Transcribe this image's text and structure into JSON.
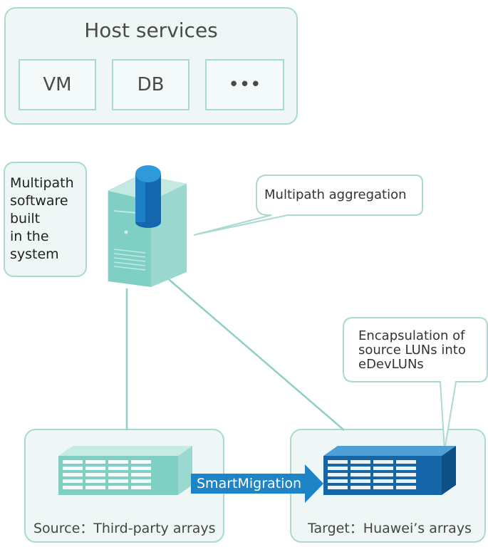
{
  "host_services": {
    "title": "Host services",
    "items": [
      "VM",
      "DB",
      "•••"
    ]
  },
  "multipath_note": [
    "Multipath",
    "software",
    "built",
    "in the",
    "system"
  ],
  "callouts": {
    "aggregation": "Multipath aggregation",
    "encapsulation": [
      "Encapsulation of",
      "source LUNs into",
      "eDevLUNs"
    ]
  },
  "migration_label": "SmartMigration",
  "source_caption": "Source：Third-party arrays",
  "target_caption": "Target：Huawei’s arrays",
  "colors": {
    "border": "#a9d9d1",
    "panel_fill": "#eef7f6",
    "server_teal": "#7fcfc4",
    "cylinder_blue": "#1873b9",
    "arrow_blue": "#1d84c6",
    "huawei_array_blue": "#1466a8"
  },
  "icons": [
    "server-icon",
    "database-cylinder-icon",
    "storage-array-icon",
    "huawei-storage-array-icon",
    "arrow-right-icon"
  ]
}
